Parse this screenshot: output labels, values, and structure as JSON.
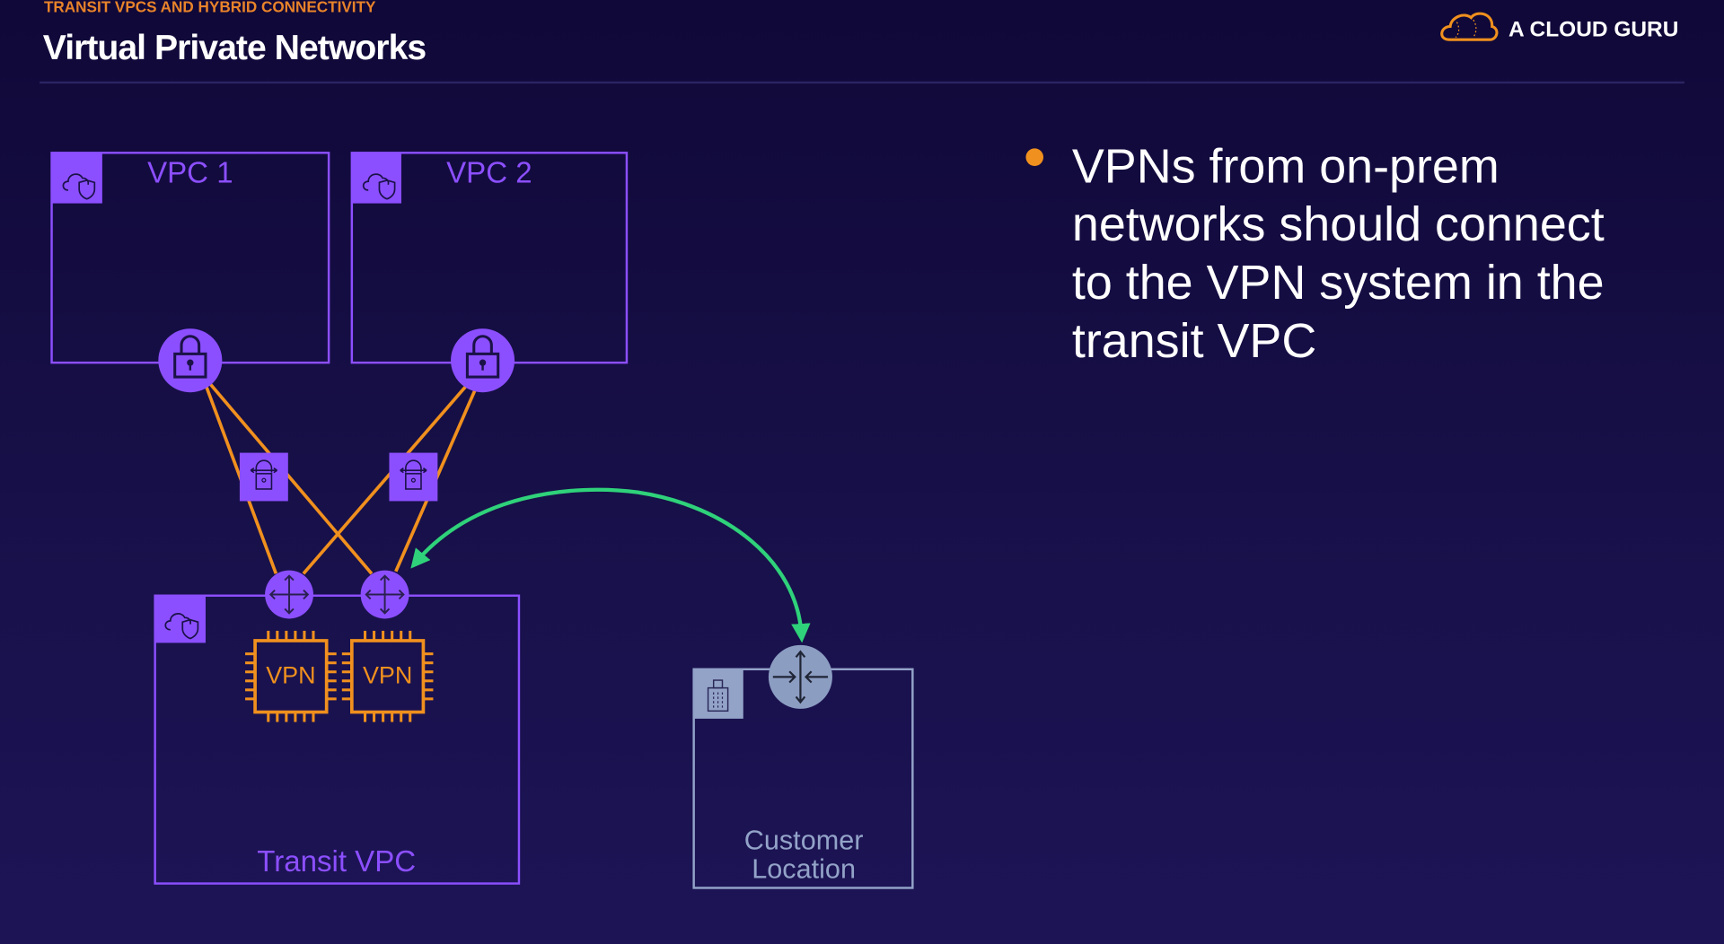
{
  "header": {
    "eyebrow": "TRANSIT VPCS AND HYBRID CONNECTIVITY",
    "title": "Virtual Private Networks",
    "logo_text": "A CLOUD GURU"
  },
  "diagram": {
    "vpc1_label": "VPC 1",
    "vpc2_label": "VPC 2",
    "transit_label": "Transit VPC",
    "vpn_chip_1": "VPN",
    "vpn_chip_2": "VPN",
    "customer_label_line1": "Customer",
    "customer_label_line2": "Location"
  },
  "bullets": [
    {
      "lines": [
        "VPNs from on-prem",
        "networks should connect",
        "to the VPN system in the",
        "transit VPC"
      ]
    }
  ],
  "colors": {
    "accent_orange": "#f0901e",
    "vpc_purple": "#8c4fff",
    "customer_slate": "#93a3c8",
    "connection_green": "#2fd27a",
    "background": "#160e46"
  },
  "icons": [
    "cloud-shield-icon",
    "padlock-icon",
    "vpn-gateway-icon",
    "router-icon",
    "cpu-chip-icon",
    "building-icon",
    "acg-cloud-logo-icon"
  ]
}
